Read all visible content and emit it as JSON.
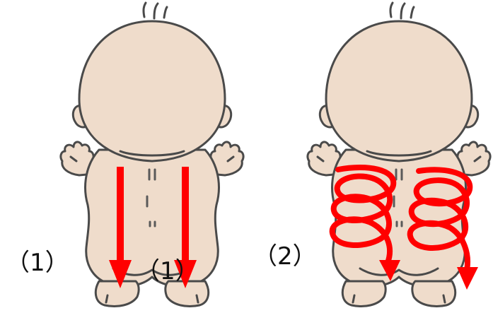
{
  "panels": [
    {
      "label_left": "（1）",
      "label_inner": "（1）",
      "stroke_type": "straight-downward-arrows"
    },
    {
      "label_left": "（2）",
      "stroke_type": "spiral-downward-arrows"
    }
  ],
  "colors": {
    "skin": "#efdccb",
    "outline": "#4a4a4a",
    "arrow": "#ff0000",
    "text": "#111111"
  }
}
